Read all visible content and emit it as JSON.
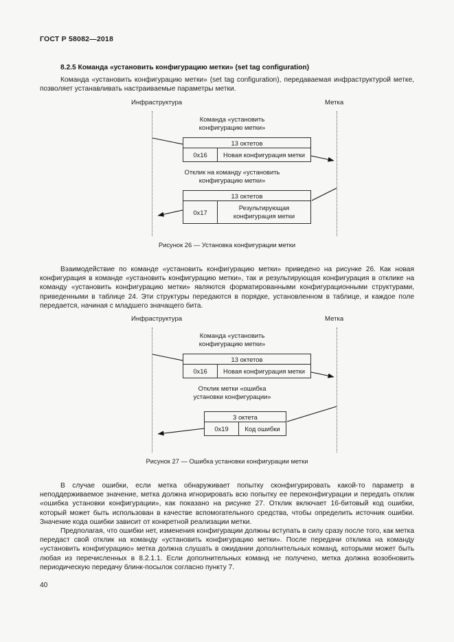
{
  "document": {
    "running_head": "ГОСТ Р 58082—2018",
    "page_number": "40"
  },
  "clause": {
    "heading": "8.2.5 Команда «установить конфигурацию метки» (set tag configuration)",
    "intro": "Команда «установить конфигурацию метки» (set tag configuration), передаваемая инфраструктурой метке, позволяет устанавливать настраиваемые параметры метки."
  },
  "figure26": {
    "lifeline_left": "Инфраструктура",
    "lifeline_right": "Метка",
    "message1_label": "Команда «установить\nконфигурацию метки»",
    "message1_label_line1": "Команда «установить",
    "message1_label_line2": "конфигурацию метки»",
    "pdu1_length": "13 октетов",
    "pdu1_opcode": "0x16",
    "pdu1_payload": "Новая конфигурация метки",
    "message2_label_line1": "Отклик на команду «установить",
    "message2_label_line2": "конфигурацию метки»",
    "pdu2_length": "13 октетов",
    "pdu2_opcode": "0x17",
    "pdu2_payload_line1": "Результирующая",
    "pdu2_payload_line2": "конфигурация метки",
    "caption": "Рисунок 26 — Установка конфигурации метки"
  },
  "paragraph_after_fig26": "Взаимодействие по команде «установить конфигурацию метки» приведено на рисунке 26. Как новая конфигурация в команде «установить конфигурацию метки», так и результирующая конфигурация в отклике на команду «установить конфигурацию метки» являются форматированными конфигурационными структурами, приведенными в таблице 24. Эти структуры передаются в порядке, установленном в таблице, и каждое поле передается, начиная с младшего значащего бита.",
  "figure27": {
    "lifeline_left": "Инфраструктура",
    "lifeline_right": "Метка",
    "message1_label_line1": "Команда «установить",
    "message1_label_line2": "конфигурацию метки»",
    "pdu1_length": "13 октетов",
    "pdu1_opcode": "0x16",
    "pdu1_payload": "Новая конфигурация метки",
    "message2_label_line1": "Отклик метки «ошибка",
    "message2_label_line2": "установки конфигурации»",
    "pdu2_length": "3 октета",
    "pdu2_opcode": "0x19",
    "pdu2_payload": "Код ошибки",
    "caption": "Рисунок 27 — Ошибка установки конфигурации метки"
  },
  "paragraph_after_fig27_1": "В случае ошибки, если метка обнаруживает попытку сконфигурировать какой-то параметр в неподдерживаемое значение, метка должна игнорировать всю попытку ее переконфигурации и передать отклик «ошибка установки конфигурации», как показано на рисунке 27. Отклик включает 16-битовый код ошибки, который может быть использован в качестве вспомогательного средства, чтобы определить источник ошибки. Значение кода ошибки зависит от конкретной реализации метки.",
  "paragraph_after_fig27_2": "Предполагая, что ошибки нет, изменения конфигурации должны вступать в силу сразу после того, как метка передаст свой отклик на команду «установить конфигурацию метки». После передачи отклика на команду «установить конфигурацию» метка должна слушать в ожидании дополнительных команд, которыми может быть любая из перечисленных в 8.2.1.1. Если дополнительных команд не получено, метка должна возобновить периодическую передачу блинк-посылок согласно пункту 7.",
  "colors": {
    "page_background": "#f7f7f5",
    "text": "#1a1a1a",
    "line": "#2b2b2b",
    "lifeline": "#5a5a5a"
  }
}
